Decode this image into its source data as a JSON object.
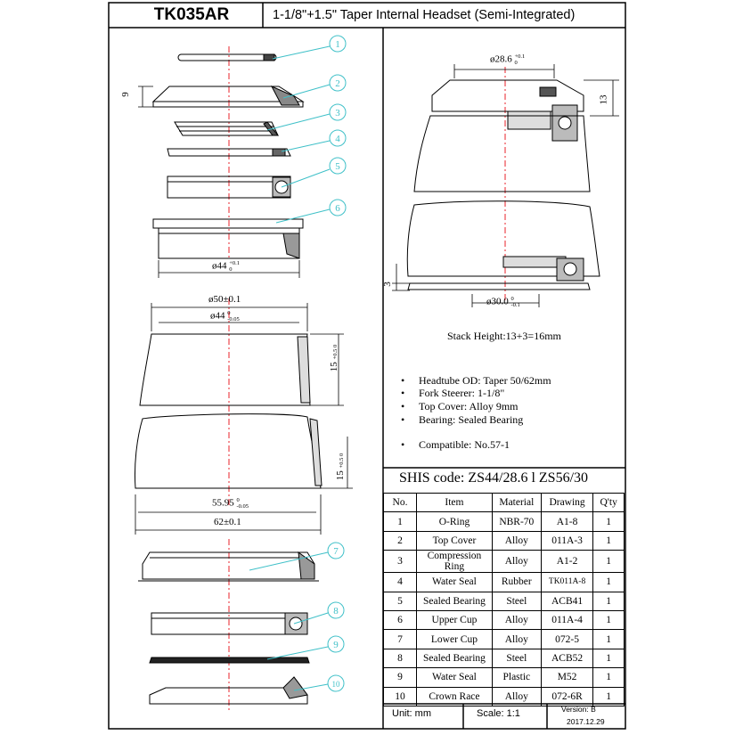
{
  "header": {
    "model": "TK035AR",
    "title": "1-1/8\"+1.5\" Taper Internal Headset (Semi-Integrated)"
  },
  "callouts": [
    "1",
    "2",
    "3",
    "4",
    "5",
    "6",
    "7",
    "8",
    "9",
    "10"
  ],
  "dimensions": {
    "top_cover_height": "9",
    "cup_od": "ø44",
    "cup_od_tol_upper": "+0.1",
    "cup_od_tol_lower": "0",
    "headtube_top_od": "ø50±0.1",
    "headtube_top_id": "ø44",
    "headtube_top_id_tol_upper": "0",
    "headtube_top_id_tol_lower": "-0.05",
    "upper_depth": "15",
    "upper_depth_tol": "+0.5 0",
    "lower_depth": "15",
    "lower_depth_tol": "+0.5 0",
    "headtube_bottom_id": "55.95",
    "headtube_bottom_id_tol_upper": "0",
    "headtube_bottom_id_tol_lower": "-0.05",
    "headtube_bottom_od": "62±0.1",
    "steerer_top": "ø28.6",
    "steerer_top_tol_upper": "+0.1",
    "steerer_top_tol_lower": "0",
    "stack_top": "13",
    "stack_bottom": "3",
    "crown_race": "ø30.0",
    "crown_race_tol_upper": "0",
    "crown_race_tol_lower": "-0.1"
  },
  "stack_height": "Stack Height:13+3=16mm",
  "specs": [
    "Headtube OD: Taper 50/62mm",
    "Fork Steerer: 1-1/8\"",
    "Top Cover: Alloy 9mm",
    "Bearing: Sealed Bearing"
  ],
  "compatible": "Compatible: No.57-1",
  "shis_code": "SHIS code: ZS44/28.6 l ZS56/30",
  "table": {
    "headers": [
      "No.",
      "Item",
      "Material",
      "Drawing",
      "Q'ty"
    ],
    "rows": [
      [
        "1",
        "O-Ring",
        "NBR-70",
        "A1-8",
        "1"
      ],
      [
        "2",
        "Top Cover",
        "Alloy",
        "011A-3",
        "1"
      ],
      [
        "3",
        "Compression Ring",
        "Alloy",
        "A1-2",
        "1"
      ],
      [
        "4",
        "Water Seal",
        "Rubber",
        "TK011A-8",
        "1"
      ],
      [
        "5",
        "Sealed Bearing",
        "Steel",
        "ACB41",
        "1"
      ],
      [
        "6",
        "Upper Cup",
        "Alloy",
        "011A-4",
        "1"
      ],
      [
        "7",
        "Lower Cup",
        "Alloy",
        "072-5",
        "1"
      ],
      [
        "8",
        "Sealed Bearing",
        "Steel",
        "ACB52",
        "1"
      ],
      [
        "9",
        "Water Seal",
        "Plastic",
        "M52",
        "1"
      ],
      [
        "10",
        "Crown Race",
        "Alloy",
        "072-6R",
        "1"
      ]
    ]
  },
  "footer": {
    "unit": "Unit: mm",
    "scale": "Scale: 1:1",
    "version": "Version: B",
    "date": "2017.12.29"
  },
  "colors": {
    "callout": "#3fc0c8",
    "centerline": "#e8202a",
    "line": "#000000"
  }
}
